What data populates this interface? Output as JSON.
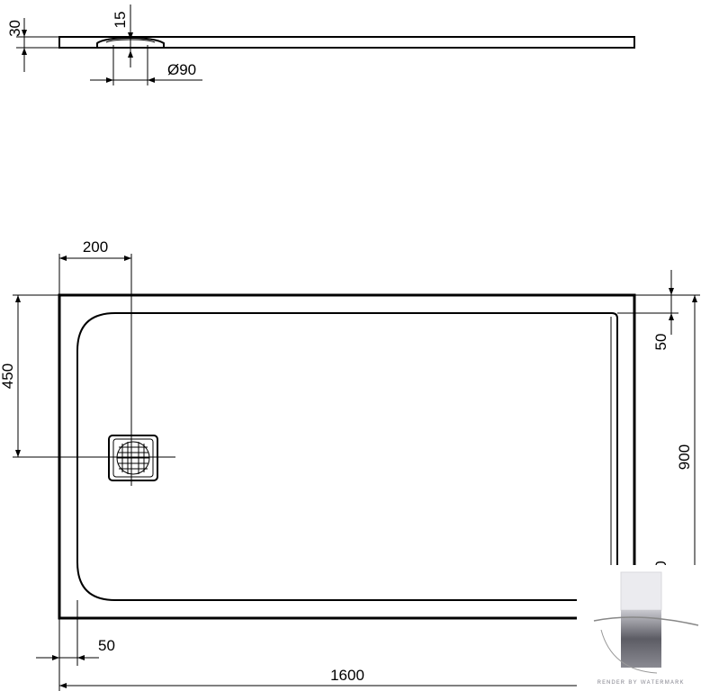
{
  "side_view": {
    "height_label": "30",
    "drain_depth_label": "15",
    "drain_diameter_label": "Ø90"
  },
  "top_view": {
    "drain_offset_label": "200",
    "drain_position_label": "450",
    "rim_label": "50",
    "width_label": "900",
    "bottom_rim_label": "50",
    "length_label": "1600",
    "partial_label": "0"
  },
  "watermark": {
    "text": "ʀᴇɴᴅᴇʀ ʙʏ ᴡᴀᴛᴇʀᴍᴀʀᴋ"
  }
}
